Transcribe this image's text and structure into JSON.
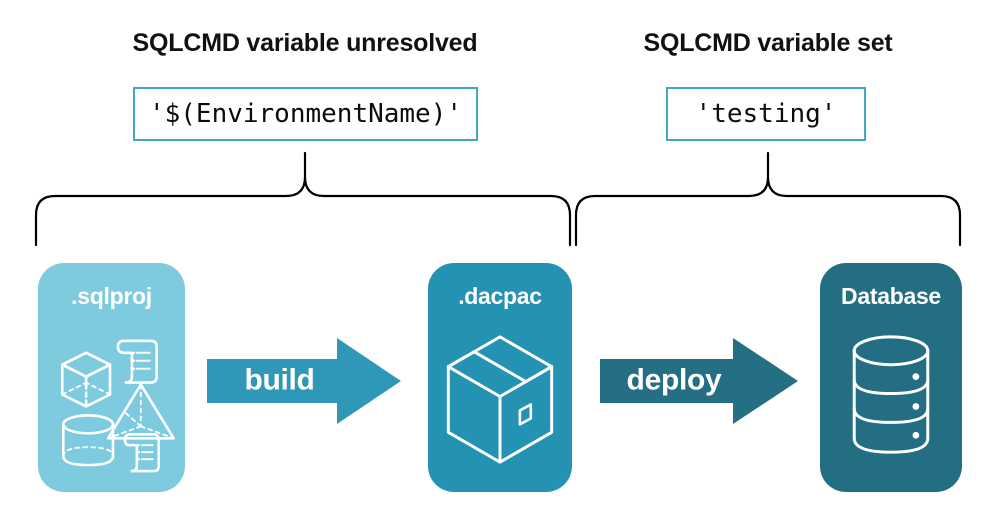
{
  "diagram": {
    "title_left": "SQLCMD variable unresolved",
    "title_right": "SQLCMD variable set",
    "code_left": "'$(EnvironmentName)'",
    "code_right": "'testing'",
    "colors": {
      "code_border": "#41a8c4",
      "sqlproj_fill": "#7ecbe0",
      "dacpac_fill": "#2392b3",
      "database_fill": "#236e82",
      "build_arrow": "#2f98b8",
      "deploy_arrow": "#246f83",
      "brace_stroke": "#000000",
      "text_dark": "#111111",
      "text_light": "#ffffff"
    },
    "stages": [
      {
        "id": "sqlproj",
        "label": ".sqlproj",
        "icons": [
          "cube-icon",
          "pyramid-icon",
          "cylinder-icon",
          "scroll-icon",
          "scroll-icon"
        ]
      },
      {
        "id": "dacpac",
        "label": ".dacpac",
        "icons": [
          "package-box-icon"
        ]
      },
      {
        "id": "database",
        "label": "Database",
        "icons": [
          "database-cylinder-icon"
        ]
      }
    ],
    "arrows": [
      {
        "id": "build",
        "label": "build"
      },
      {
        "id": "deploy",
        "label": "deploy"
      }
    ]
  }
}
